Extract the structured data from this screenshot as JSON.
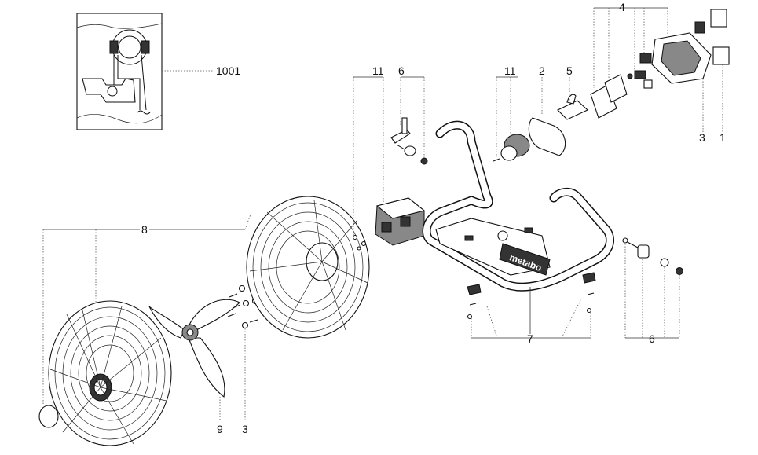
{
  "callouts": {
    "c1001": "1001",
    "c11a": "11",
    "c6a": "6",
    "c11b": "11",
    "c2": "2",
    "c5": "5",
    "c4": "4",
    "c3a": "3",
    "c1": "1",
    "c8": "8",
    "c9": "9",
    "c3b": "3",
    "c7": "7",
    "c6b": "6"
  },
  "brand_logo_text": "metabo"
}
